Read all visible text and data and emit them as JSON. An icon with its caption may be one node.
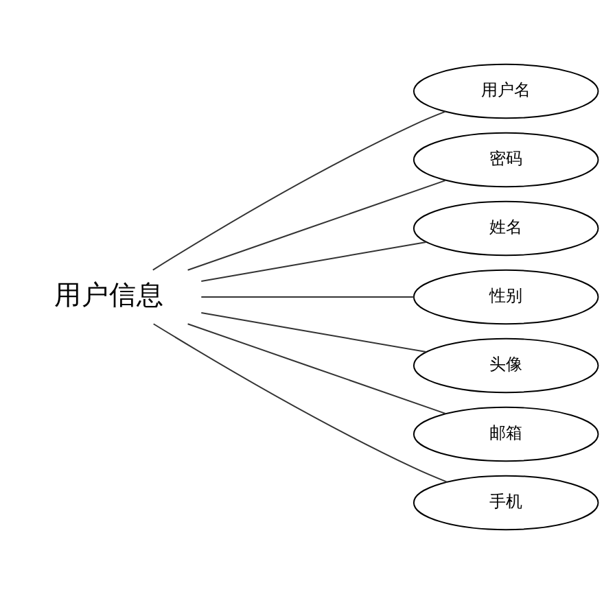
{
  "diagram": {
    "nodes": [
      {
        "text": [
          "用户信息"
        ]
      },
      {
        "text": [
          "用户名"
        ]
      },
      {
        "text": [
          "密码"
        ]
      },
      {
        "text": [
          "姓名"
        ]
      },
      {
        "text": [
          "性别"
        ]
      },
      {
        "text": [
          "头像"
        ]
      },
      {
        "text": [
          "邮箱"
        ]
      },
      {
        "text": [
          "手机"
        ]
      }
    ],
    "edges": [
      {
        "from": 0,
        "to": 1,
        "arrow": "none"
      },
      {
        "from": 0,
        "to": 2,
        "arrow": "none"
      },
      {
        "from": 0,
        "to": 3,
        "arrow": "none"
      },
      {
        "from": 0,
        "to": 4,
        "arrow": "none"
      },
      {
        "from": 0,
        "to": 5,
        "arrow": "none"
      },
      {
        "from": 0,
        "to": 6,
        "arrow": "none"
      },
      {
        "from": 0,
        "to": 7,
        "arrow": "none"
      }
    ]
  }
}
